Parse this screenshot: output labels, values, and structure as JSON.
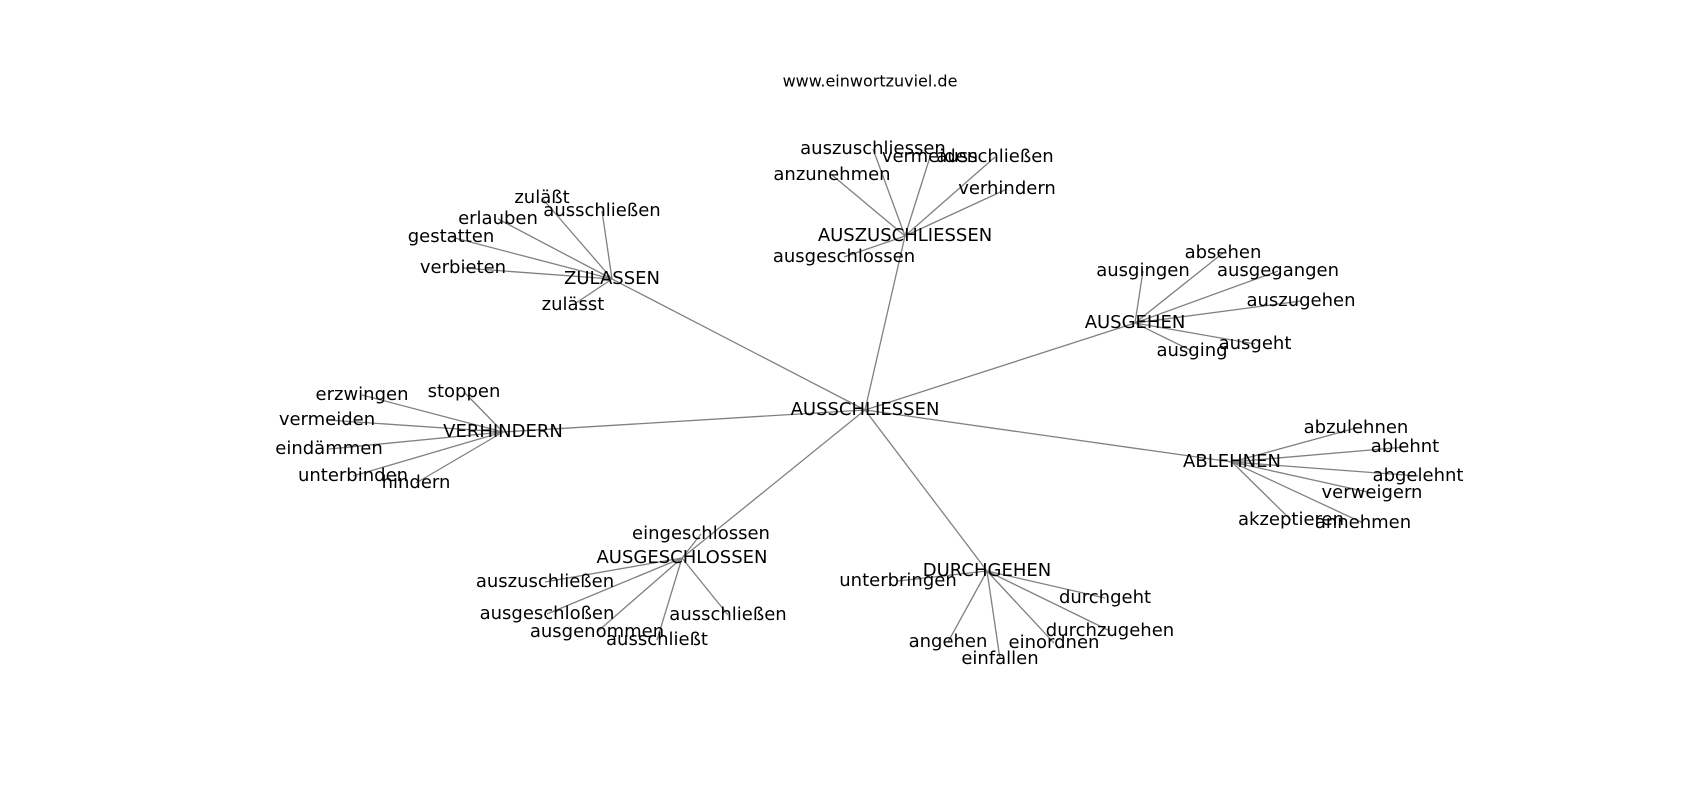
{
  "header": {
    "site": "www.einwortzuviel.de"
  },
  "graph": {
    "nodes": {
      "ausschliessen": "AUSSCHLIESSEN",
      "zulassen": "ZULASSEN",
      "auszuschliessen_hub": "AUSZUSCHLIESSEN",
      "ausgehen": "AUSGEHEN",
      "verhindern_hub": "VERHINDERN",
      "ablehnen": "ABLEHNEN",
      "ausgeschlossen_hub": "AUSGESCHLOSSEN",
      "durchgehen": "DURCHGEHEN",
      "zulaesst_alt": "zuläßt",
      "ausschliessen_z": "ausschließen",
      "erlauben": "erlauben",
      "gestatten": "gestatten",
      "verbieten": "verbieten",
      "zulaesst": "zulässt",
      "auszuschliessen_leaf": "auszuschliessen",
      "vermeiden_a": "vermeiden",
      "ausschliessen_a": "ausschließen",
      "anzunehmen": "anzunehmen",
      "verhindern_leaf": "verhindern",
      "ausgeschlossen_leaf": "ausgeschlossen",
      "absehen": "absehen",
      "ausgingen": "ausgingen",
      "ausgegangen": "ausgegangen",
      "auszugehen": "auszugehen",
      "ausgeht": "ausgeht",
      "ausging": "ausging",
      "stoppen": "stoppen",
      "erzwingen": "erzwingen",
      "vermeiden_v": "vermeiden",
      "eindaemmen": "eindämmen",
      "unterbinden": "unterbinden",
      "hindern": "hindern",
      "abzulehnen": "abzulehnen",
      "ablehnt": "ablehnt",
      "abgelehnt": "abgelehnt",
      "verweigern": "verweigern",
      "akzeptieren": "akzeptieren",
      "annehmen": "annehmen",
      "eingeschlossen": "eingeschlossen",
      "auszuschliessen_g": "auszuschließen",
      "ausgeschlossen_g": "ausgeschloßen",
      "ausgenommen": "ausgenommen",
      "ausschliesst": "ausschließt",
      "ausschliessen_g": "ausschließen",
      "unterbringen": "unterbringen",
      "durchgeht": "durchgeht",
      "durchzugehen": "durchzugehen",
      "angehen": "angehen",
      "einfallen": "einfallen",
      "einordnen": "einordnen"
    },
    "edges": [
      [
        "ausschliessen",
        "zulassen"
      ],
      [
        "ausschliessen",
        "auszuschliessen_hub"
      ],
      [
        "ausschliessen",
        "ausgehen"
      ],
      [
        "ausschliessen",
        "verhindern_hub"
      ],
      [
        "ausschliessen",
        "ablehnen"
      ],
      [
        "ausschliessen",
        "ausgeschlossen_hub"
      ],
      [
        "ausschliessen",
        "durchgehen"
      ],
      [
        "zulassen",
        "zulaesst_alt"
      ],
      [
        "zulassen",
        "ausschliessen_z"
      ],
      [
        "zulassen",
        "erlauben"
      ],
      [
        "zulassen",
        "gestatten"
      ],
      [
        "zulassen",
        "verbieten"
      ],
      [
        "zulassen",
        "zulaesst"
      ],
      [
        "auszuschliessen_hub",
        "auszuschliessen_leaf"
      ],
      [
        "auszuschliessen_hub",
        "vermeiden_a"
      ],
      [
        "auszuschliessen_hub",
        "ausschliessen_a"
      ],
      [
        "auszuschliessen_hub",
        "anzunehmen"
      ],
      [
        "auszuschliessen_hub",
        "verhindern_leaf"
      ],
      [
        "auszuschliessen_hub",
        "ausgeschlossen_leaf"
      ],
      [
        "ausgehen",
        "absehen"
      ],
      [
        "ausgehen",
        "ausgingen"
      ],
      [
        "ausgehen",
        "ausgegangen"
      ],
      [
        "ausgehen",
        "auszugehen"
      ],
      [
        "ausgehen",
        "ausgeht"
      ],
      [
        "ausgehen",
        "ausging"
      ],
      [
        "verhindern_hub",
        "stoppen"
      ],
      [
        "verhindern_hub",
        "erzwingen"
      ],
      [
        "verhindern_hub",
        "vermeiden_v"
      ],
      [
        "verhindern_hub",
        "eindaemmen"
      ],
      [
        "verhindern_hub",
        "unterbinden"
      ],
      [
        "verhindern_hub",
        "hindern"
      ],
      [
        "ablehnen",
        "abzulehnen"
      ],
      [
        "ablehnen",
        "ablehnt"
      ],
      [
        "ablehnen",
        "abgelehnt"
      ],
      [
        "ablehnen",
        "verweigern"
      ],
      [
        "ablehnen",
        "akzeptieren"
      ],
      [
        "ablehnen",
        "annehmen"
      ],
      [
        "ausgeschlossen_hub",
        "eingeschlossen"
      ],
      [
        "ausgeschlossen_hub",
        "auszuschliessen_g"
      ],
      [
        "ausgeschlossen_hub",
        "ausgeschlossen_g"
      ],
      [
        "ausgeschlossen_hub",
        "ausgenommen"
      ],
      [
        "ausgeschlossen_hub",
        "ausschliesst"
      ],
      [
        "ausgeschlossen_hub",
        "ausschliessen_g"
      ],
      [
        "durchgehen",
        "unterbringen"
      ],
      [
        "durchgehen",
        "durchgeht"
      ],
      [
        "durchgehen",
        "durchzugehen"
      ],
      [
        "durchgehen",
        "angehen"
      ],
      [
        "durchgehen",
        "einfallen"
      ],
      [
        "durchgehen",
        "einordnen"
      ]
    ]
  }
}
